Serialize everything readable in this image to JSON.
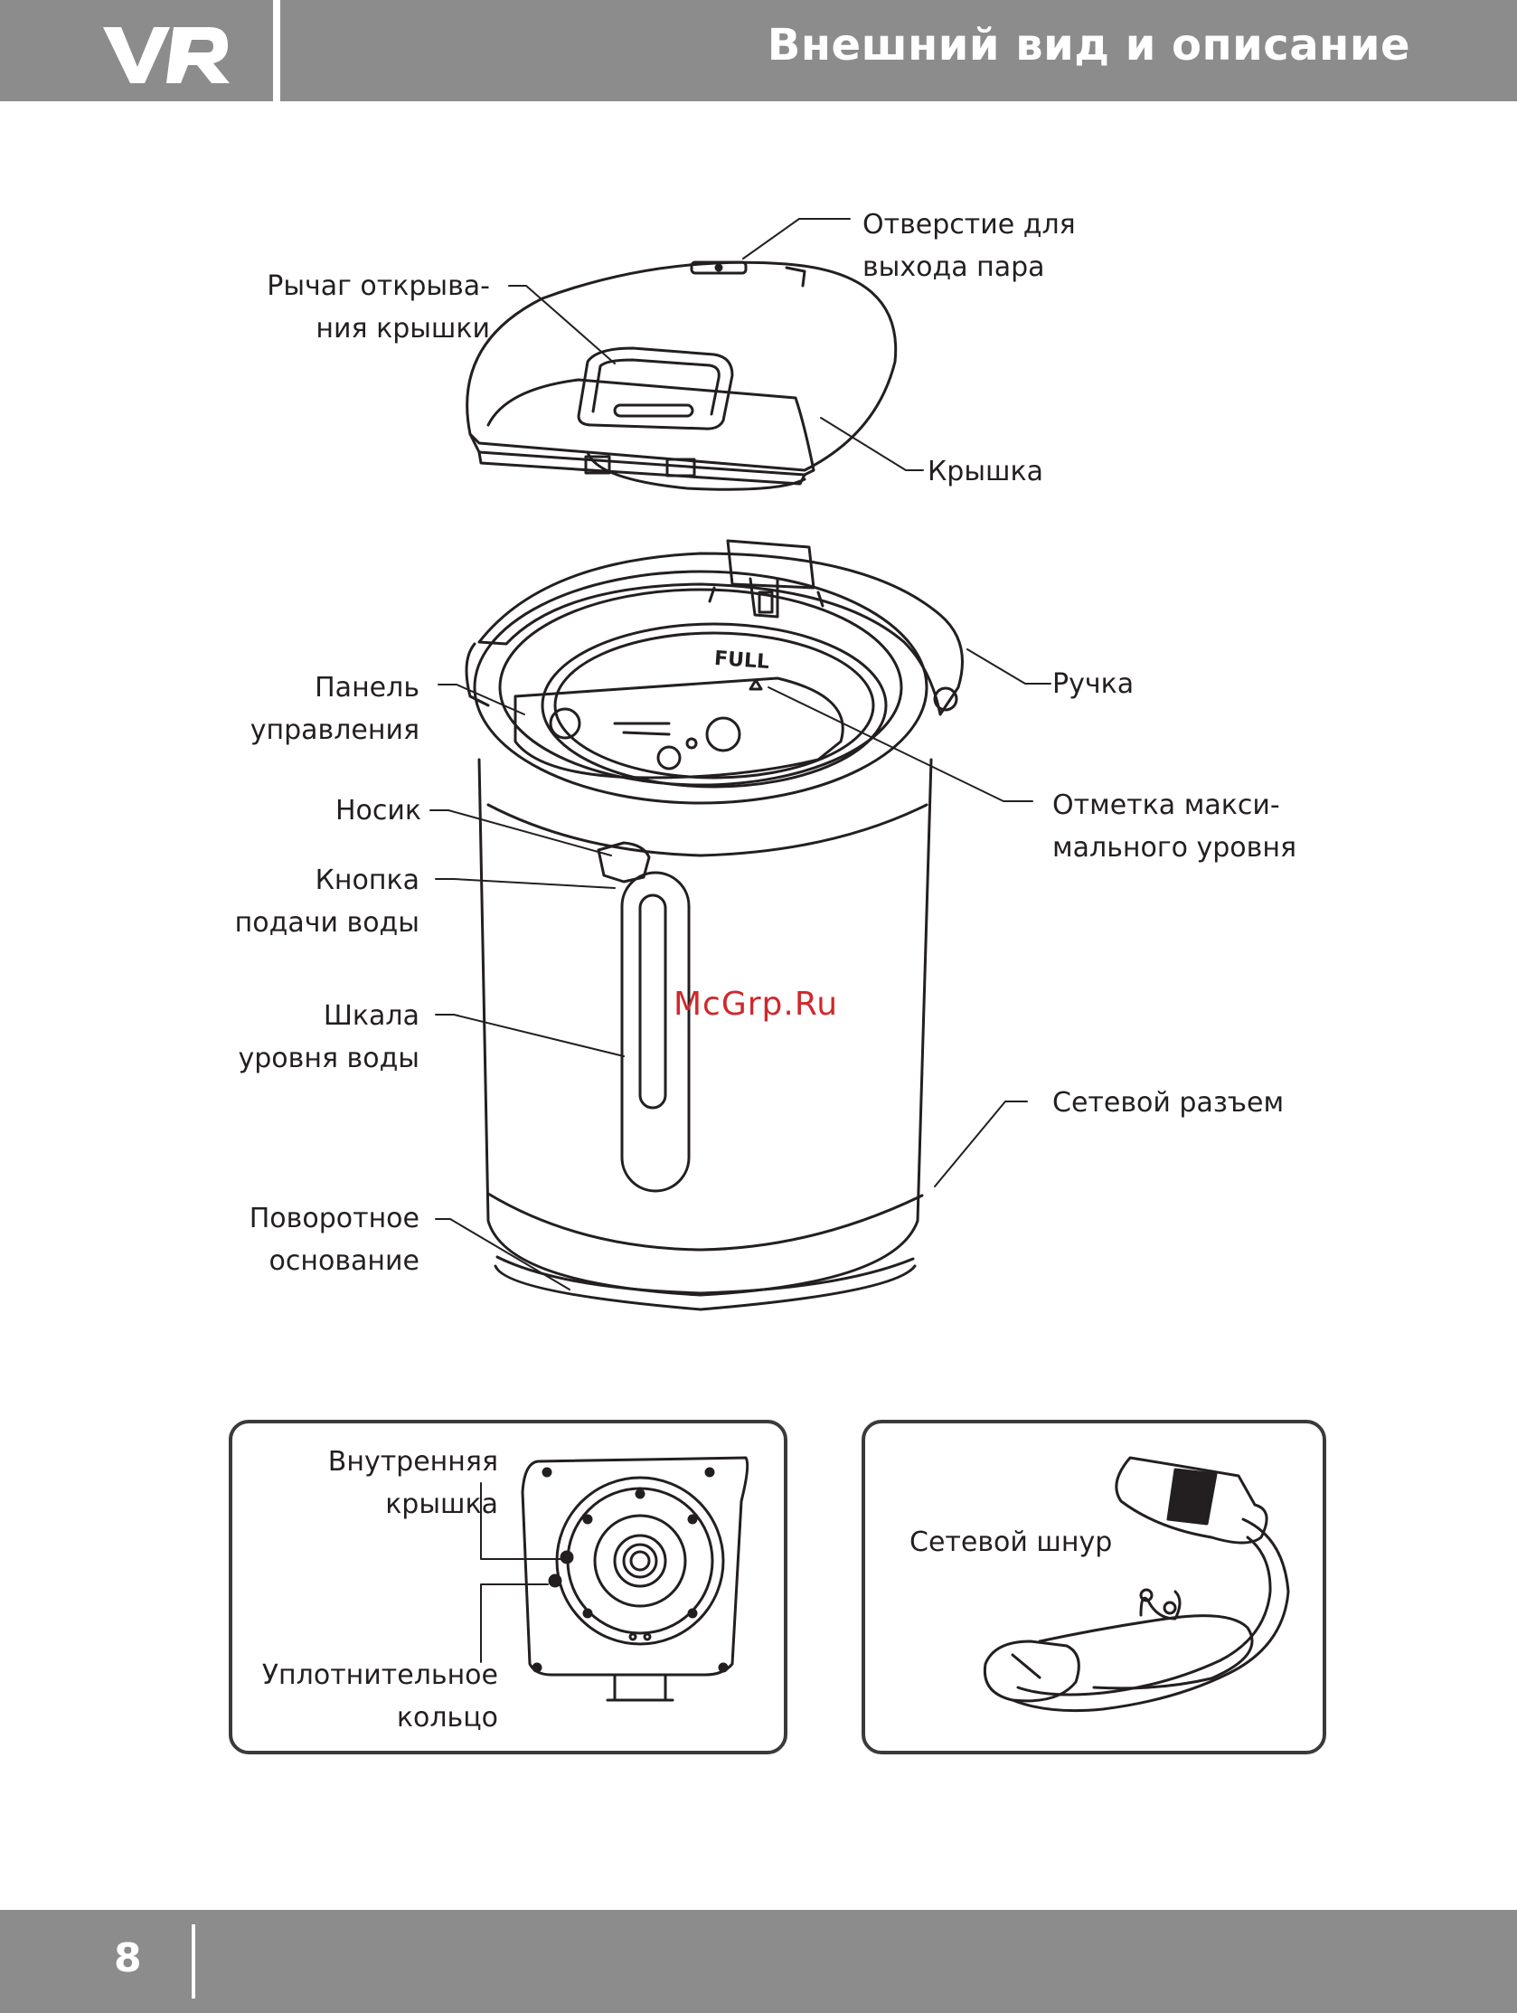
{
  "header": {
    "title": "Внешний вид и описание",
    "logo_text": "VR"
  },
  "labels": {
    "steam_hole": [
      "Отверстие для",
      "выхода пара"
    ],
    "lid_lever": [
      "Рычаг открыва-",
      "ния крышки"
    ],
    "lid": [
      "Крышка"
    ],
    "handle": [
      "Ручка"
    ],
    "control_panel": [
      "Панель",
      "управления"
    ],
    "max_mark": [
      "Отметка макси-",
      "мального уровня"
    ],
    "spout": [
      "Носик"
    ],
    "water_button": [
      "Кнопка",
      "подачи воды"
    ],
    "water_scale": [
      "Шкала",
      "уровня воды"
    ],
    "power_socket": [
      "Сетевой разъем"
    ],
    "rotating_base": [
      "Поворотное",
      "основание"
    ],
    "inner_lid": [
      "Внутренняя",
      "крышка"
    ],
    "seal_ring": [
      "Уплотнительное",
      "кольцо"
    ],
    "power_cord": [
      "Сетевой шнур"
    ],
    "full_mark": "FULL"
  },
  "watermark": "McGrp.Ru",
  "footer": {
    "page_number": "8"
  }
}
